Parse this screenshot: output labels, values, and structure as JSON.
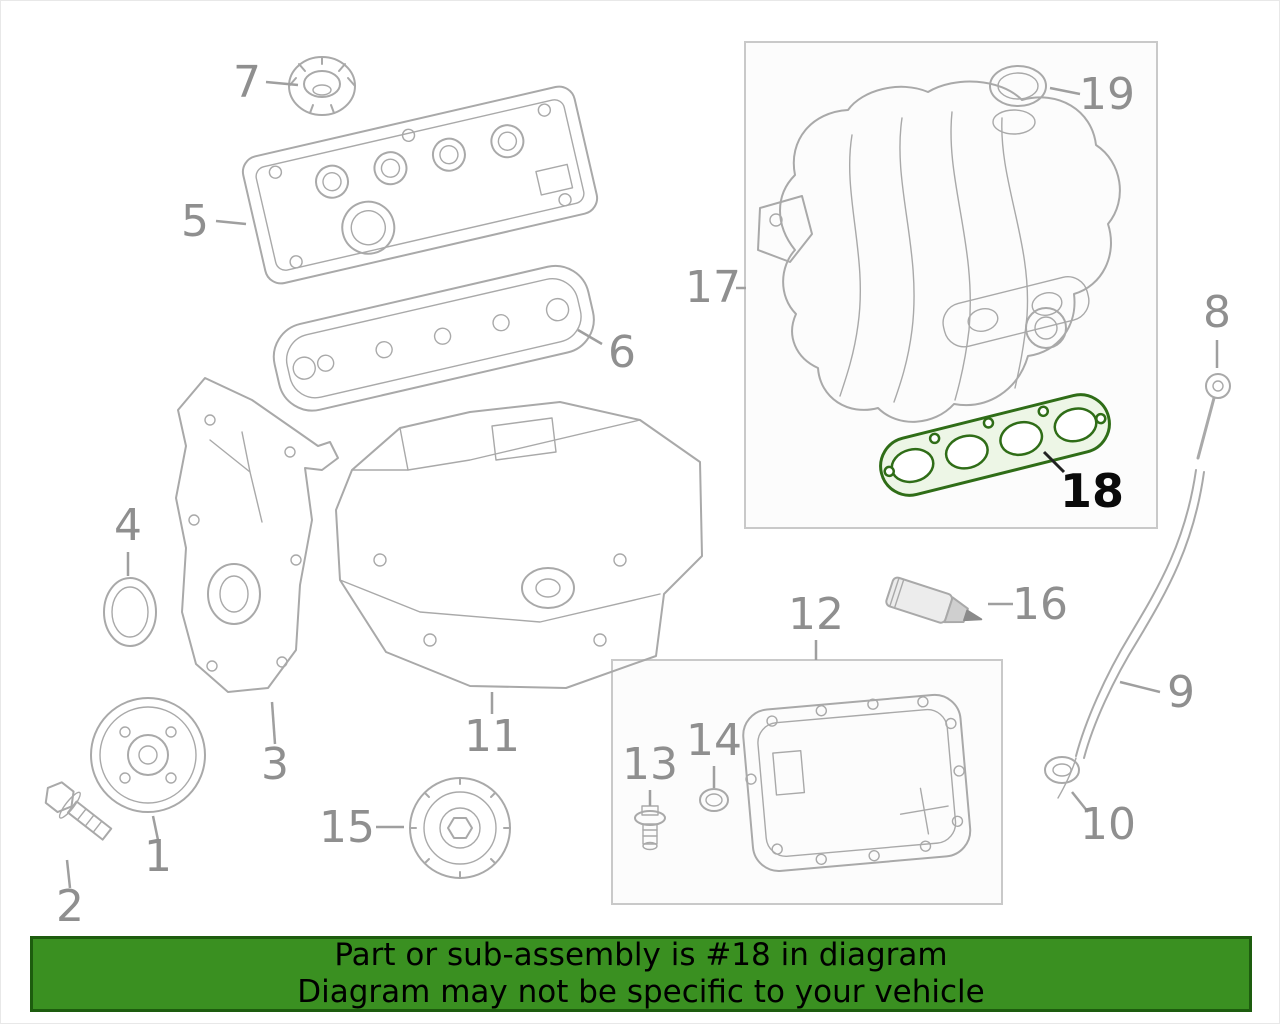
{
  "diagram": {
    "highlight_color": "#2f6d17",
    "line_color": "#9f9f9f",
    "callouts": [
      {
        "name": "oil-filler-cap",
        "label": "7"
      },
      {
        "name": "valve-cover",
        "label": "5"
      },
      {
        "name": "valve-cover-gasket",
        "label": "6"
      },
      {
        "name": "crankshaft-seal",
        "label": "4"
      },
      {
        "name": "timing-chain-cover",
        "label": "3"
      },
      {
        "name": "oil-pan-lower-block",
        "label": "11"
      },
      {
        "name": "crankshaft-pulley",
        "label": "1"
      },
      {
        "name": "pulley-bolt",
        "label": "2"
      },
      {
        "name": "oil-filter",
        "label": "15"
      },
      {
        "name": "intake-manifold",
        "label": "17"
      },
      {
        "name": "intake-manifold-gasket",
        "label": "18",
        "highlight": true
      },
      {
        "name": "manifold-seal",
        "label": "19"
      },
      {
        "name": "dipstick",
        "label": "8"
      },
      {
        "name": "dipstick-tube",
        "label": "9"
      },
      {
        "name": "dipstick-tube-seal",
        "label": "10"
      },
      {
        "name": "transmission-oil-pan",
        "label": "12"
      },
      {
        "name": "drain-plug",
        "label": "13"
      },
      {
        "name": "drain-plug-gasket",
        "label": "14"
      },
      {
        "name": "sealant-tube",
        "label": "16"
      }
    ]
  },
  "banner": {
    "line1": "Part or sub-assembly is #18 in diagram",
    "line2": "Diagram may not be specific to your vehicle",
    "background": "#3a9021",
    "border": "#1d5c0e"
  }
}
